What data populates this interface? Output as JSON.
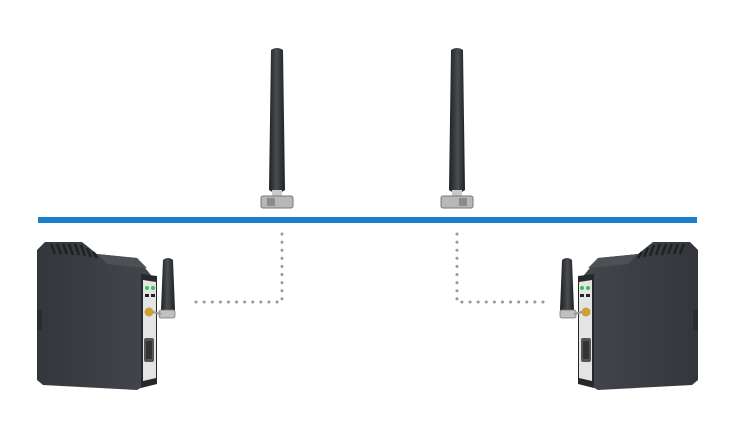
{
  "colors": {
    "background": "#ffffff",
    "network_line": "#1b80c9",
    "device_body": "#3a3d40",
    "device_dark": "#2b2d30",
    "antenna": "#2f3134",
    "dotted_link": "#9a9a9a",
    "front_panel": "#e6e6e6"
  },
  "devices": [
    {
      "id": "left",
      "antenna_icon": "rod-antenna",
      "leds": [
        "green",
        "green"
      ]
    },
    {
      "id": "right",
      "antenna_icon": "rod-antenna",
      "leds": [
        "green",
        "green"
      ]
    }
  ],
  "access_antennas": [
    {
      "id": "left",
      "icon": "rod-antenna"
    },
    {
      "id": "right",
      "icon": "rod-antenna"
    }
  ]
}
